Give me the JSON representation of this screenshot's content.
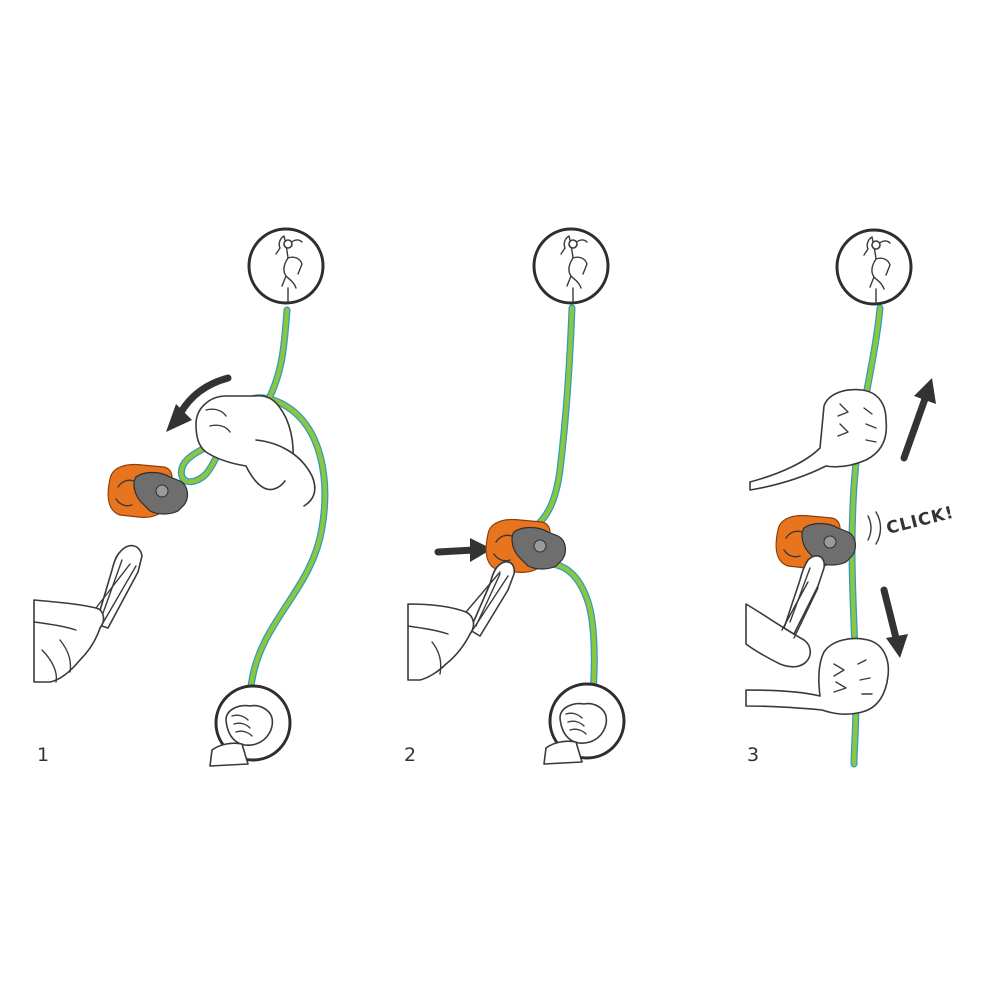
{
  "steps": [
    {
      "number": "1"
    },
    {
      "number": "2"
    },
    {
      "number": "3",
      "sound_label": "CLICK!"
    }
  ],
  "colors": {
    "rope_blue": "#2f9bc4",
    "rope_green": "#8cc63f",
    "device_orange": "#e8741e",
    "device_grey": "#6e6e6e",
    "outline": "#3a3a3a"
  },
  "icons": [
    "anchor-climber-icon",
    "belay-hand-icon",
    "belay-device-icon",
    "carabiner-icon",
    "arrow-icon",
    "hand-icon"
  ]
}
